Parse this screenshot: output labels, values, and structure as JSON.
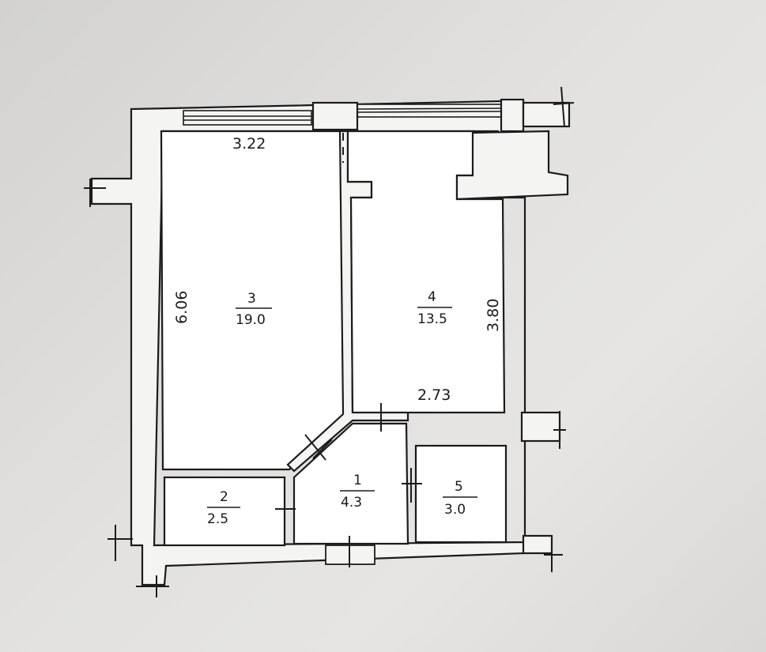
{
  "rooms": [
    {
      "id": "1",
      "area": "4.3"
    },
    {
      "id": "2",
      "area": "2.5"
    },
    {
      "id": "3",
      "area": "19.0"
    },
    {
      "id": "4",
      "area": "13.5"
    },
    {
      "id": "5",
      "area": "3.0"
    }
  ],
  "dimensions": {
    "room3_width": "3.22",
    "room3_length": "6.06",
    "room4_width": "2.73",
    "room4_length": "3.80"
  },
  "colors": {
    "paper": "#dcdbd9",
    "wall_fill": "#f4f4f2",
    "ink": "#1c1c1c"
  }
}
